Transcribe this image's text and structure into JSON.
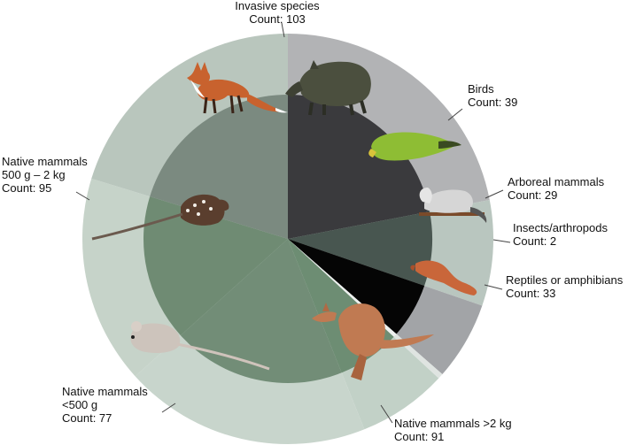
{
  "chart_data": {
    "type": "pie",
    "categories": [
      "Invasive species",
      "Birds",
      "Arboreal mammals",
      "Insects/arthropods",
      "Reptiles or amphibians",
      "Native mammals >2 kg",
      "Native mammals <500 g",
      "Native mammals 500 g – 2 kg"
    ],
    "values": [
      103,
      39,
      29,
      2,
      33,
      91,
      77,
      95
    ],
    "value_prefix": "Count: ",
    "labels": [
      {
        "lines": [
          "Invasive species"
        ],
        "count": "Count: 103"
      },
      {
        "lines": [
          "Birds"
        ],
        "count": "Count: 39"
      },
      {
        "lines": [
          "Arboreal mammals"
        ],
        "count": "Count: 29"
      },
      {
        "lines": [
          "Insects/arthropods"
        ],
        "count": "Count: 2"
      },
      {
        "lines": [
          "Reptiles or amphibians"
        ],
        "count": "Count: 33"
      },
      {
        "lines": [
          "Native mammals >2 kg"
        ],
        "count": "Count: 91"
      },
      {
        "lines": [
          "Native mammals",
          "<500 g"
        ],
        "count": "Count: 77"
      },
      {
        "lines": [
          "Native mammals",
          "500 g – 2 kg"
        ],
        "count": "Count: 95"
      }
    ],
    "colors": {
      "outer": [
        "#b2b3b5",
        "#b9c6bf",
        "#a2a4a7",
        "#dfe4e1",
        "#c2d1c7",
        "#c8d5cc",
        "#c6d3c9",
        "#b9c6bd"
      ],
      "inner": [
        "#3a3a3d",
        "#485650",
        "#050505",
        "#eef1ef",
        "#6d8d73",
        "#728d77",
        "#6f8b73",
        "#7b8a80"
      ]
    },
    "icons": [
      "fox-icon",
      "boar-icon",
      "bird-icon",
      "possum-icon",
      "newt-icon",
      "kangaroo-icon",
      "mouse-icon",
      "quoll-icon"
    ],
    "start_angle_deg": -90,
    "legend": "none"
  }
}
